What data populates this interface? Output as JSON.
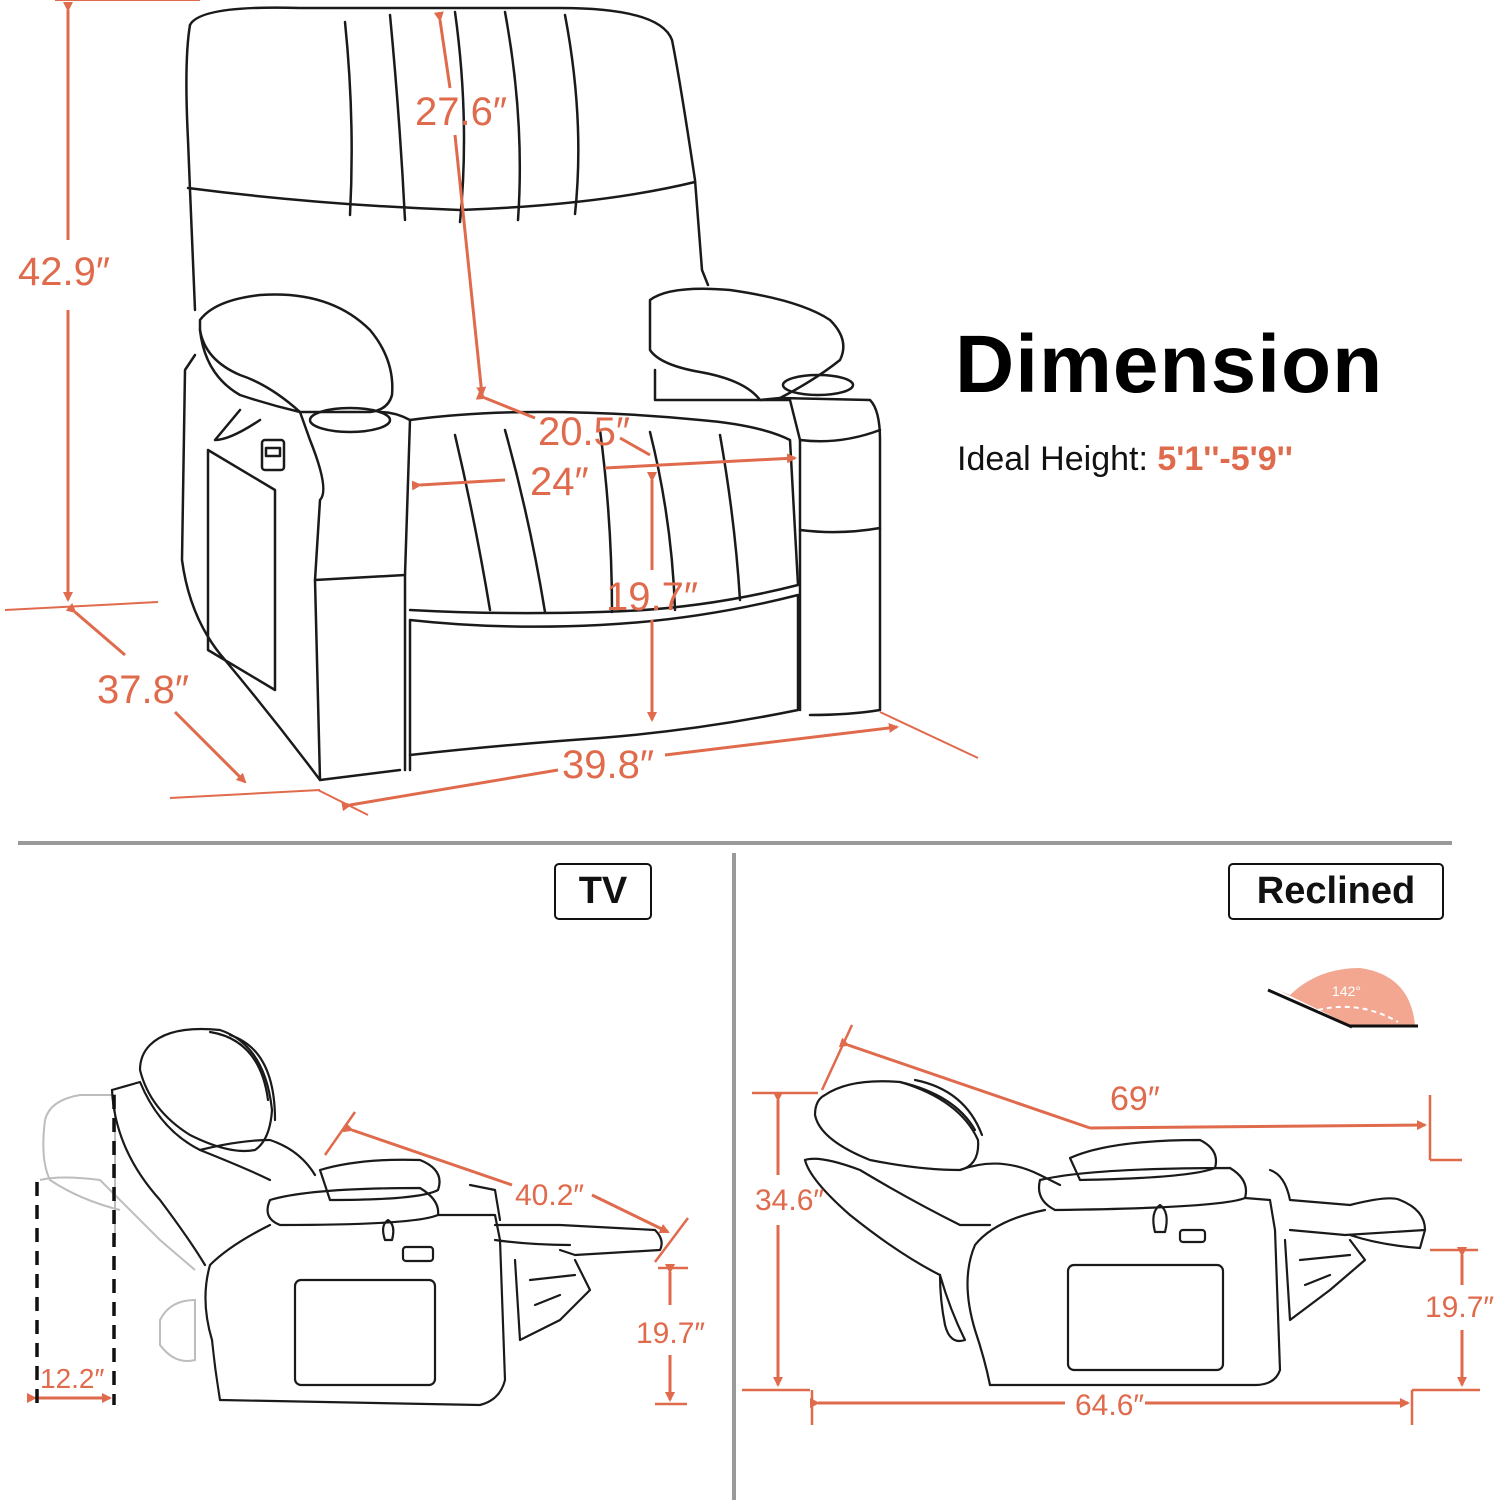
{
  "header": {
    "title": "Dimension",
    "ideal_label": "Ideal Height:",
    "ideal_value": "5'1''-5'9''"
  },
  "panels": {
    "tv_label": "TV",
    "reclined_label": "Reclined"
  },
  "dimensions": {
    "overall_height": "42.9″",
    "back_height": "27.6″",
    "seat_depth": "20.5″",
    "seat_width": "24″",
    "seat_height": "19.7″",
    "depth": "37.8″",
    "width": "39.8″",
    "tv_length": "40.2″",
    "tv_clearance": "12.2″",
    "tv_leg_height": "19.7″",
    "recline_length": "69″",
    "recline_height": "34.6″",
    "recline_floor": "64.6″",
    "recline_leg_height": "19.7″",
    "recline_angle": "142°"
  },
  "colors": {
    "accent": "#e06a4c",
    "line": "#1a1a1a",
    "divider": "#9a9a9a",
    "ghost": "#bdbdbd",
    "angle_fill": "#f3a791"
  }
}
